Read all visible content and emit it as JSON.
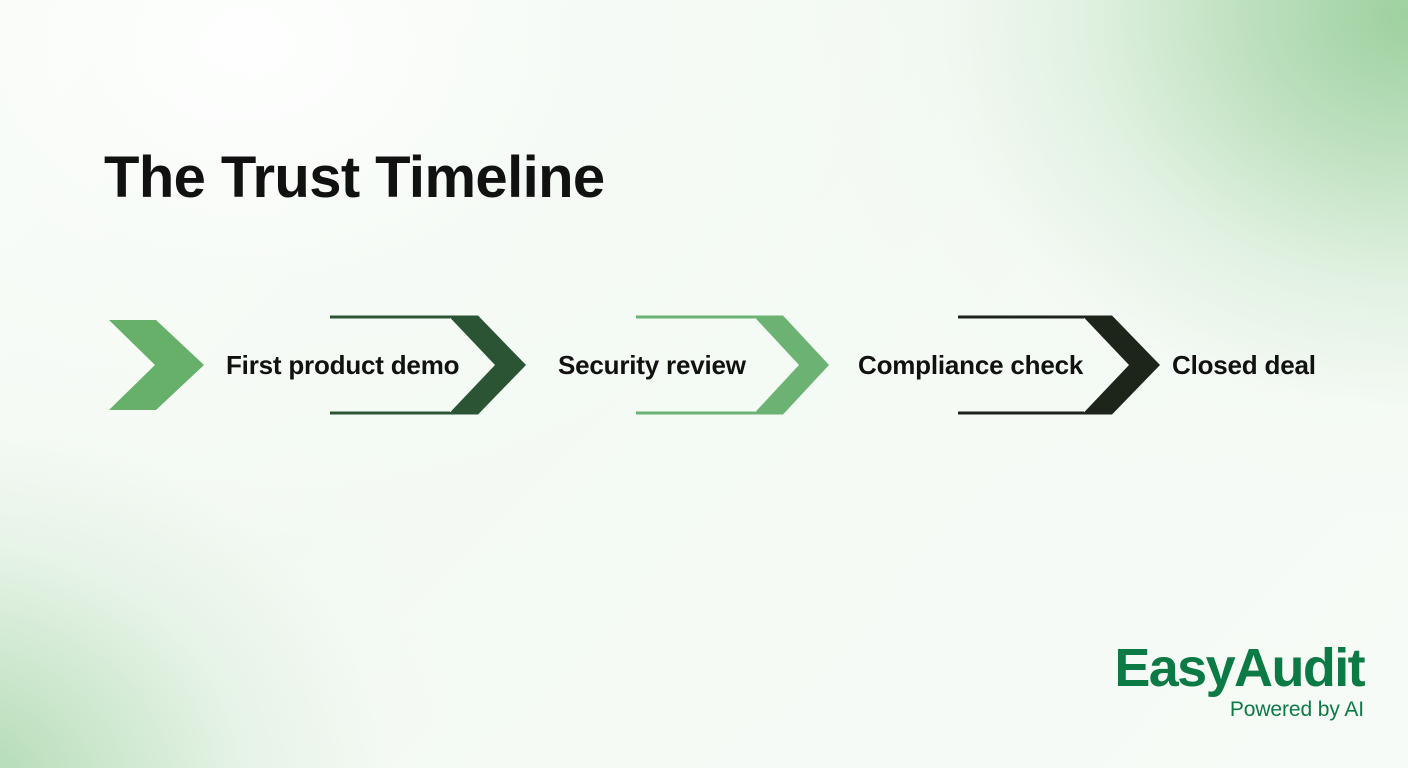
{
  "slide": {
    "title": "The Trust Timeline",
    "background": {
      "base_color": "#f6faf6",
      "tint_color": "#9acd98"
    }
  },
  "timeline": {
    "steps": [
      {
        "label": "First product demo",
        "marker_icon": "chevron-right-icon",
        "marker_color": "#66b06a",
        "arrow_icon": "arrow-right-icon",
        "arrow_color": "#2b5434"
      },
      {
        "label": "Security review",
        "arrow_icon": "arrow-right-icon",
        "arrow_color": "#6cb273"
      },
      {
        "label": "Compliance check",
        "arrow_icon": "arrow-right-icon",
        "arrow_color": "#1d2419"
      },
      {
        "label": "Closed deal"
      }
    ]
  },
  "logo": {
    "name": "EasyAudit",
    "tagline": "Powered by AI",
    "color": "#0c7a45"
  }
}
